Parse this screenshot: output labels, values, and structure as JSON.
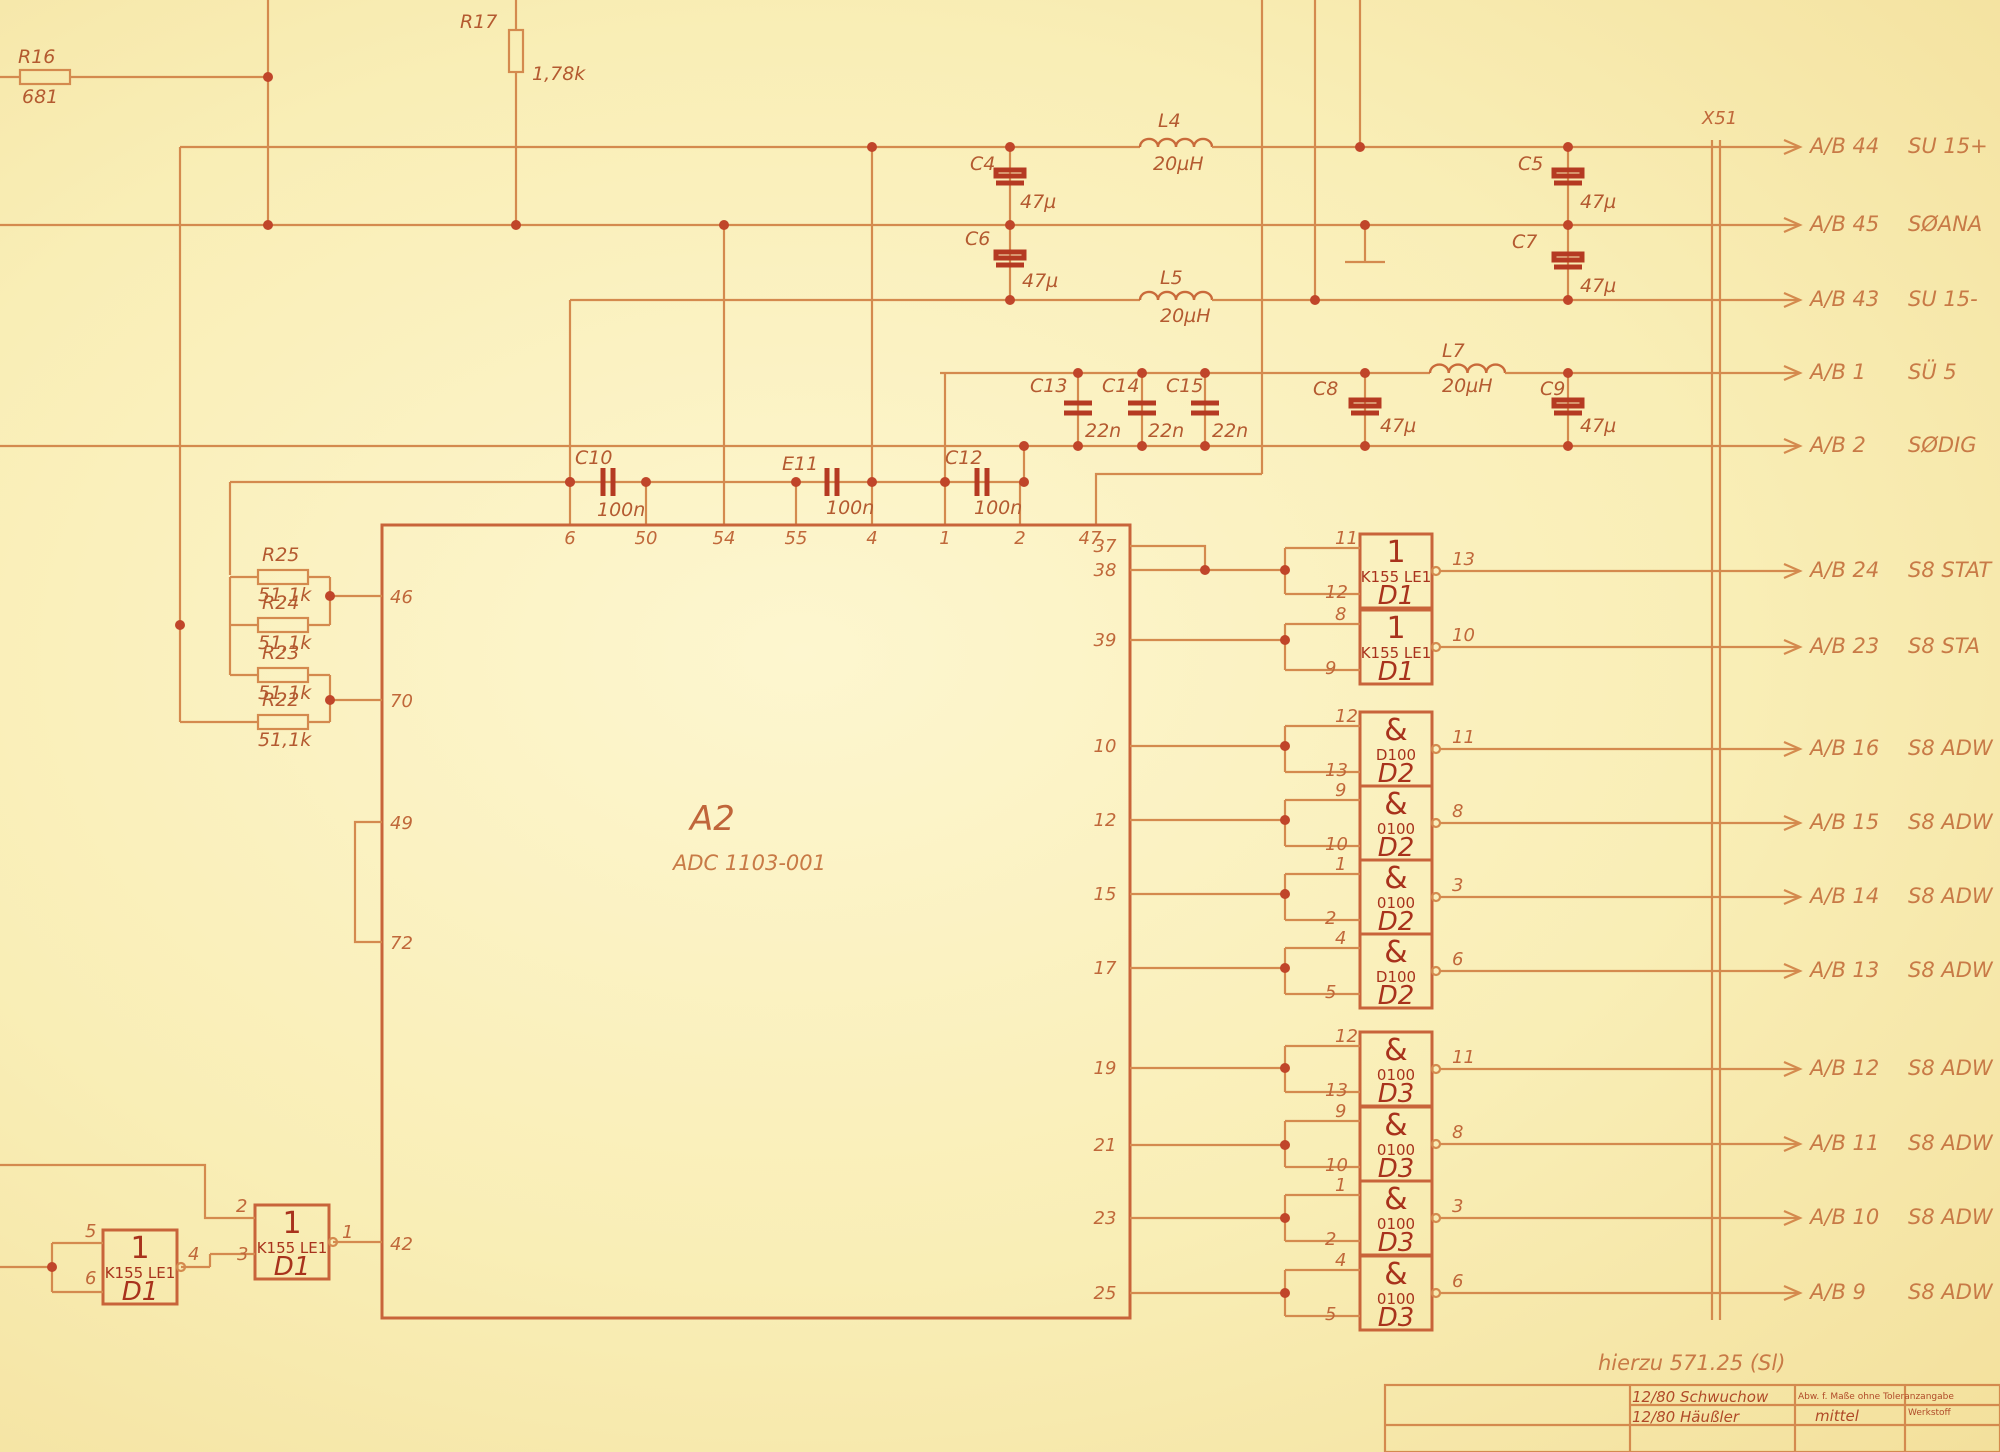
{
  "components": {
    "R16": {
      "ref": "R16",
      "value": "681"
    },
    "R17": {
      "ref": "R17",
      "value": "1,78k"
    },
    "R22": {
      "ref": "R22",
      "value": "51,1k"
    },
    "R23": {
      "ref": "R23",
      "value": "51,1k"
    },
    "R24": {
      "ref": "R24",
      "value": "51,1k"
    },
    "R25": {
      "ref": "R25",
      "value": "51,1k"
    },
    "L4": {
      "ref": "L4",
      "value": "20µH"
    },
    "L5": {
      "ref": "L5",
      "value": "20µH"
    },
    "L7": {
      "ref": "L7",
      "value": "20µH"
    },
    "C4": {
      "ref": "C4",
      "value": "47µ"
    },
    "C5": {
      "ref": "C5",
      "value": "47µ"
    },
    "C6": {
      "ref": "C6",
      "value": "47µ"
    },
    "C7": {
      "ref": "C7",
      "value": "47µ"
    },
    "C8": {
      "ref": "C8",
      "value": "47µ"
    },
    "C9": {
      "ref": "C9",
      "value": "47µ"
    },
    "C10": {
      "ref": "C10",
      "value": "100n"
    },
    "C11": {
      "ref": "E11",
      "value": "100n"
    },
    "C12": {
      "ref": "C12",
      "value": "100n"
    },
    "C13": {
      "ref": "C13",
      "value": "22n"
    },
    "C14": {
      "ref": "C14",
      "value": "22n"
    },
    "C15": {
      "ref": "C15",
      "value": "22n"
    }
  },
  "adc": {
    "ref": "A2",
    "part": "ADC 1103-001",
    "top_pins": [
      "6",
      "50",
      "54",
      "55",
      "4",
      "1",
      "2",
      "47"
    ],
    "left_pins": [
      "46",
      "70",
      "49",
      "72",
      "42"
    ],
    "right_pins": [
      "37",
      "38",
      "39",
      "10",
      "12",
      "15",
      "17",
      "19",
      "21",
      "23",
      "25"
    ]
  },
  "gates": [
    {
      "sym": "1",
      "type": "K155 LE1",
      "name": "D1",
      "in1": "11",
      "in2": "12",
      "out": "13"
    },
    {
      "sym": "1",
      "type": "K155 LE1",
      "name": "D1",
      "in1": "8",
      "in2": "9",
      "out": "10"
    },
    {
      "sym": "&",
      "type": "D100",
      "name": "D2",
      "in1": "12",
      "in2": "13",
      "out": "11"
    },
    {
      "sym": "&",
      "type": "0100",
      "name": "D2",
      "in1": "9",
      "in2": "10",
      "out": "8"
    },
    {
      "sym": "&",
      "type": "0100",
      "name": "D2",
      "in1": "1",
      "in2": "2",
      "out": "3"
    },
    {
      "sym": "&",
      "type": "D100",
      "name": "D2",
      "in1": "4",
      "in2": "5",
      "out": "6"
    },
    {
      "sym": "&",
      "type": "0100",
      "name": "D3",
      "in1": "12",
      "in2": "13",
      "out": "11"
    },
    {
      "sym": "&",
      "type": "0100",
      "name": "D3",
      "in1": "9",
      "in2": "10",
      "out": "8"
    },
    {
      "sym": "&",
      "type": "0100",
      "name": "D3",
      "in1": "1",
      "in2": "2",
      "out": "3"
    },
    {
      "sym": "&",
      "type": "0100",
      "name": "D3",
      "in1": "4",
      "in2": "5",
      "out": "6"
    }
  ],
  "bottom_gates": [
    {
      "sym": "1",
      "type": "K155 LE1",
      "name": "D1",
      "in1": "5",
      "in2": "6",
      "out": "4"
    },
    {
      "sym": "1",
      "type": "K155 LE1",
      "name": "D1",
      "in1": "2",
      "in2": "3",
      "out": "1"
    }
  ],
  "connector": {
    "ref": "X51"
  },
  "signals": [
    {
      "pin": "A/B 44",
      "name": "SU 15+"
    },
    {
      "pin": "A/B 45",
      "name": "SØANA"
    },
    {
      "pin": "A/B 43",
      "name": "SU 15-"
    },
    {
      "pin": "A/B 1",
      "name": "SÜ 5"
    },
    {
      "pin": "A/B 2",
      "name": "SØDIG"
    },
    {
      "pin": "A/B 24",
      "name": "S8 STAT"
    },
    {
      "pin": "A/B 23",
      "name": "S8 STA"
    },
    {
      "pin": "A/B 16",
      "name": "S8 ADW"
    },
    {
      "pin": "A/B 15",
      "name": "S8 ADW"
    },
    {
      "pin": "A/B 14",
      "name": "S8 ADW"
    },
    {
      "pin": "A/B 13",
      "name": "S8 ADW"
    },
    {
      "pin": "A/B 12",
      "name": "S8 ADW"
    },
    {
      "pin": "A/B 11",
      "name": "S8 ADW"
    },
    {
      "pin": "A/B 10",
      "name": "S8 ADW"
    },
    {
      "pin": "A/B 9",
      "name": "S8 ADW"
    }
  ],
  "note": "hierzu   571.25 (Sl)",
  "title_block": {
    "drawn": "12/80 Schwuchow",
    "checked": "12/80 Häußler",
    "small1": "Abw. f. Maße ohne Toleranzangabe",
    "grade": "mittel",
    "werkstoff": "Werkstoff"
  },
  "colors": {
    "wire": "#d48a4e",
    "dot": "#c0452a",
    "paper": "#fbf1bd"
  }
}
